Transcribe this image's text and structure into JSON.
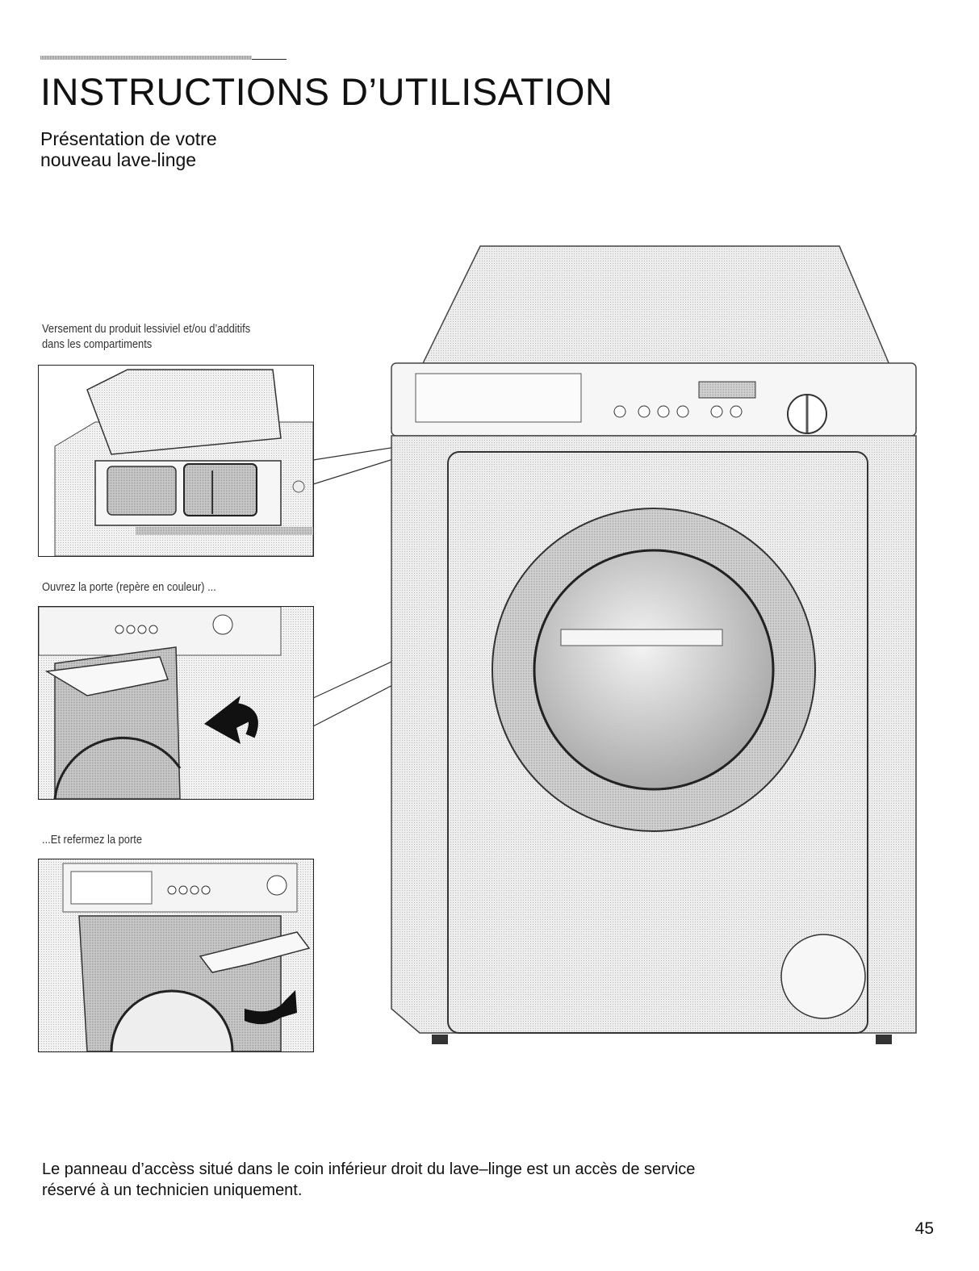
{
  "header": {
    "title": "INSTRUCTIONS D’UTILISATION",
    "subtitle_line1": "Présentation de votre",
    "subtitle_line2": "nouveau lave-linge"
  },
  "panels": [
    {
      "caption_line1": "Versement du produit lessiviel et/ou d’additifs",
      "caption_line2": "dans les compartiments"
    },
    {
      "caption_line1": "Ouvrez la porte (repère en couleur) ..."
    },
    {
      "caption_line1": "...Et refermez la porte"
    }
  ],
  "footer": {
    "note_line1": "Le panneau d’accèss situé dans le coin inférieur droit du lave–linge est un accès de service",
    "note_line2": "réservé à un technicien uniquement."
  },
  "page_number": "45",
  "colors": {
    "ink": "#111111",
    "panel_fill": "#e6e6e6",
    "shade": "#c8c8c8"
  }
}
